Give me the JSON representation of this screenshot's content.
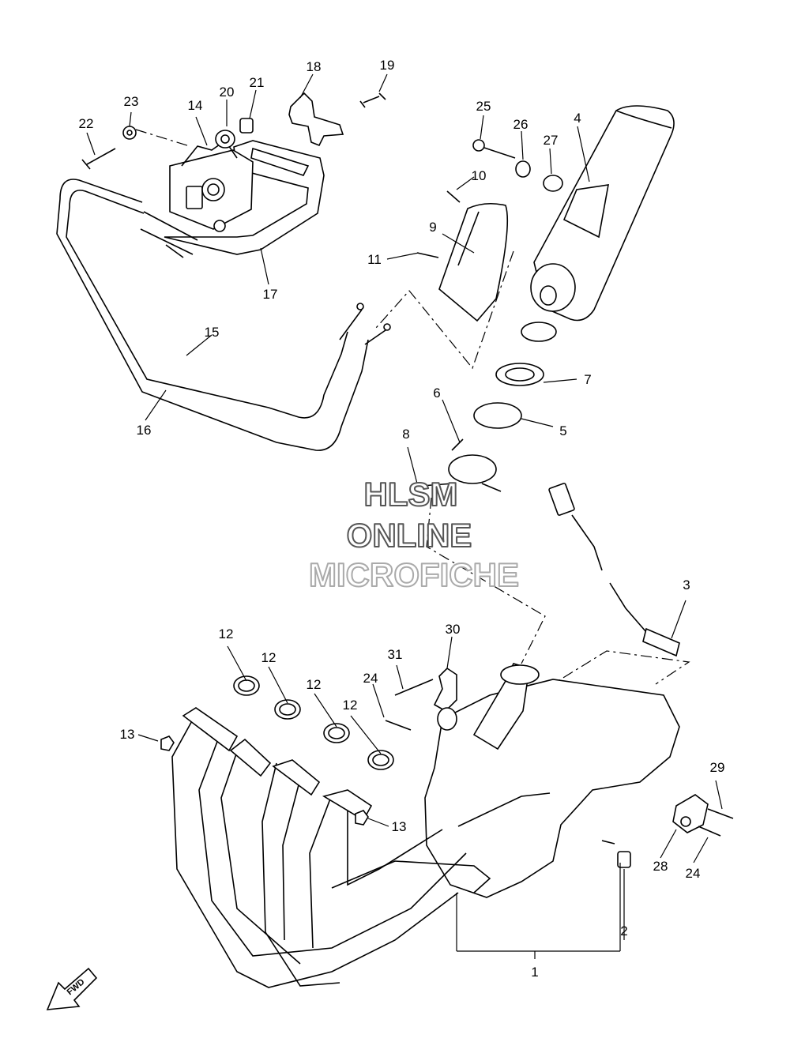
{
  "watermark": {
    "line1": "HLSM",
    "line2": "ONLINE",
    "line3": "MICROFICHE",
    "color_dark": "#555555",
    "color_light": "#aaaaaa"
  },
  "fwd_label": "FWD",
  "callouts": {
    "c1": "1",
    "c2": "2",
    "c3": "3",
    "c4": "4",
    "c5": "5",
    "c6": "6",
    "c7": "7",
    "c8": "8",
    "c9": "9",
    "c10": "10",
    "c11": "11",
    "c12a": "12",
    "c12b": "12",
    "c12c": "12",
    "c12d": "12",
    "c13a": "13",
    "c13b": "13",
    "c14": "14",
    "c15": "15",
    "c16": "16",
    "c17": "17",
    "c18": "18",
    "c19": "19",
    "c20": "20",
    "c21": "21",
    "c22": "22",
    "c23": "23",
    "c24a": "24",
    "c24b": "24",
    "c25": "25",
    "c26": "26",
    "c27": "27",
    "c28": "28",
    "c29": "29",
    "c30": "30",
    "c31": "31"
  }
}
